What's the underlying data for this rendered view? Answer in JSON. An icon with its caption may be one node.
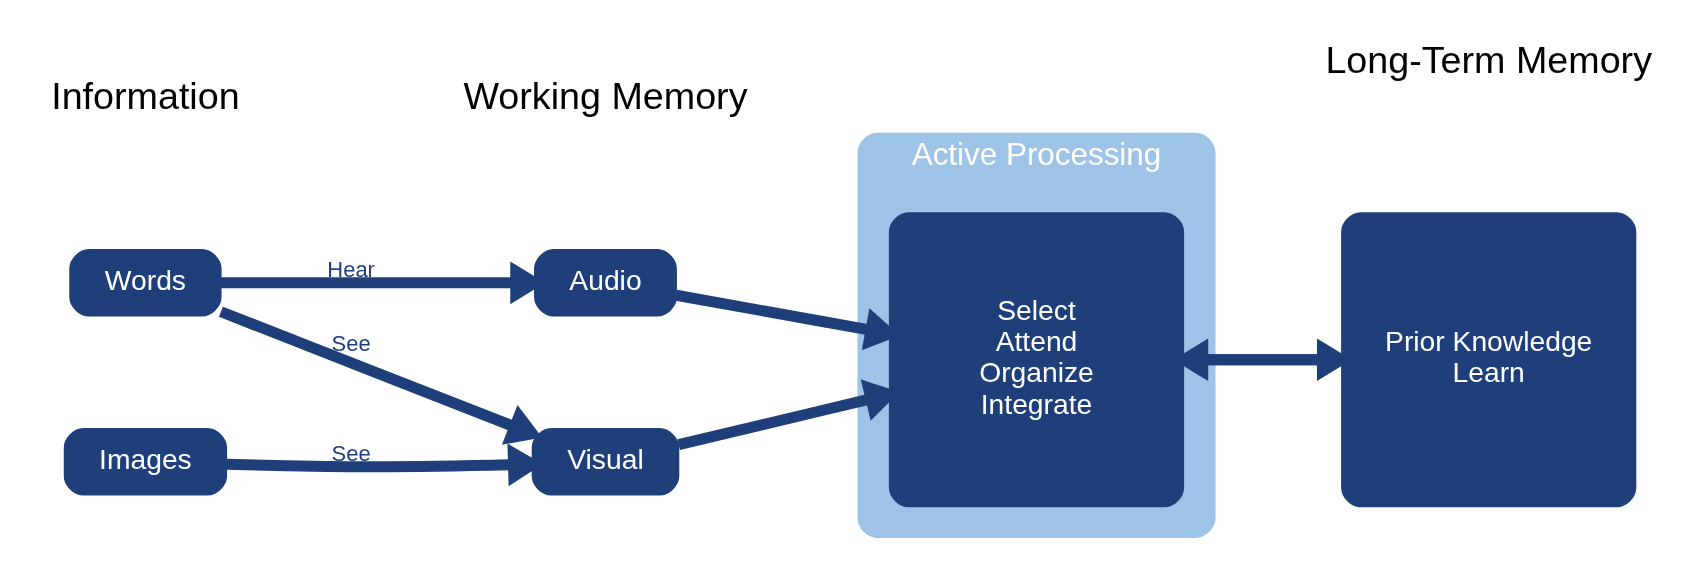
{
  "diagram": {
    "nodes": [
      {
        "text": [
          "Words"
        ]
      },
      {
        "text": [
          "Images"
        ]
      },
      {
        "text": [
          "Audio"
        ]
      },
      {
        "text": [
          "Visual"
        ]
      },
      {
        "text": [
          "Active Processing"
        ]
      },
      {
        "text": [
          "Select",
          "Attend",
          "Organize",
          "Integrate"
        ],
        "in": 4
      },
      {
        "text": [
          "Prior Knowledge",
          "Learn"
        ]
      }
    ],
    "edges": [
      {
        "from": 0,
        "to": 2,
        "arrow": "to",
        "label": "Hear"
      },
      {
        "from": 0,
        "to": 3,
        "arrow": "to",
        "label": "See"
      },
      {
        "from": 1,
        "to": 3,
        "arrow": "to",
        "label": "See"
      },
      {
        "from": 2,
        "to": 5,
        "arrow": "to"
      },
      {
        "from": 3,
        "to": 5,
        "arrow": "to"
      },
      {
        "from": 6,
        "to": 5,
        "arrow": "to"
      },
      {
        "from": 5,
        "to": 6,
        "arrow": "to"
      }
    ],
    "labels": [
      "Information",
      "Working Memory",
      "Long-Term Memory"
    ]
  }
}
